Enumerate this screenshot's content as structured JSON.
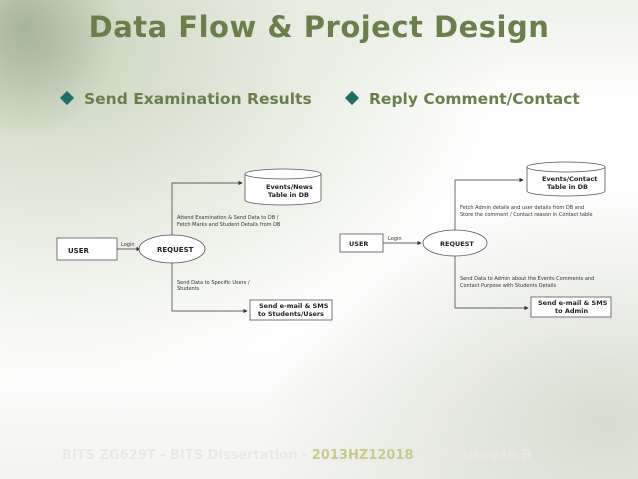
{
  "slide": {
    "title": "Data Flow & Project Design",
    "bullets": [
      "Send Examination Results",
      "Reply Comment/Contact"
    ],
    "footer": {
      "part1": "BITS ZG629T - BITS Dissertation - ",
      "part2": "2013HZ12018",
      "part3": " - Karthikeyan B"
    }
  },
  "diagram_left": {
    "user": "USER",
    "login": "Login",
    "request": "REQUEST",
    "db_line1": "Events/News",
    "db_line2": "Table in DB",
    "upper_note_line1": "Attend Examination & Send Data to DB /",
    "upper_note_line2": "Fetch Marks and Student Details from DB",
    "lower_note_line1": "Send Data to Specific Users /",
    "lower_note_line2": "Students",
    "send_line1": "Send e-mail & SMS",
    "send_line2": "to Students/Users"
  },
  "diagram_right": {
    "user": "USER",
    "login": "Login",
    "request": "REQUEST",
    "db_line1": "Events/Contact",
    "db_line2": "Table in DB",
    "upper_note_line1": "Fetch Admin details and user details from DB and",
    "upper_note_line2": "Store the comment / Contact reason in Contact table",
    "lower_note_line1": "Send Data to Admin about the Events Comments and",
    "lower_note_line2": "Contact Purpose with Students Details",
    "send_line1": "Send e-mail & SMS",
    "send_line2": "to Admin"
  }
}
